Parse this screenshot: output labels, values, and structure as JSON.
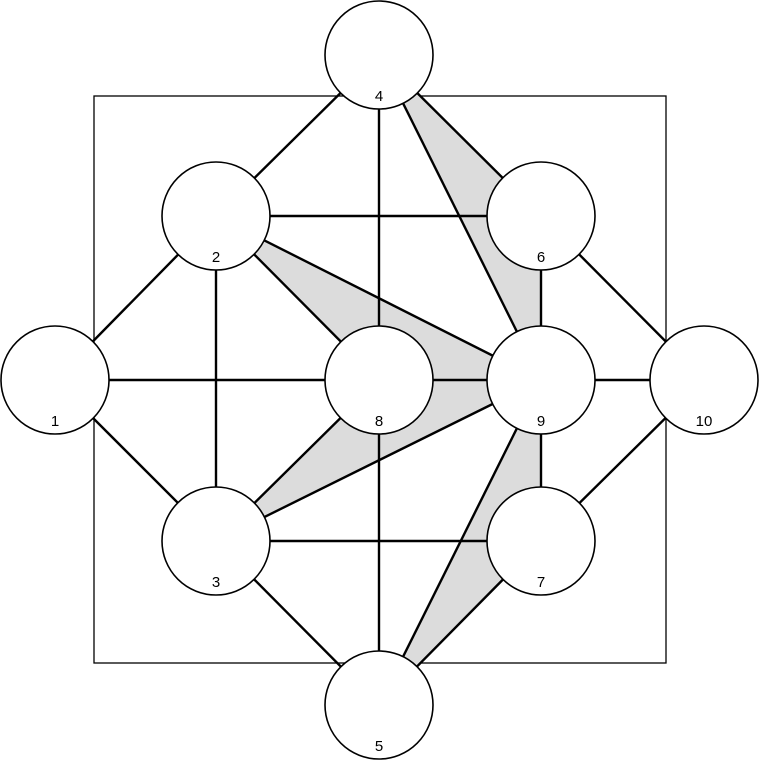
{
  "diagram": {
    "type": "graph",
    "nodes": [
      {
        "id": "1",
        "label": "1"
      },
      {
        "id": "2",
        "label": "2"
      },
      {
        "id": "3",
        "label": "3"
      },
      {
        "id": "4",
        "label": "4"
      },
      {
        "id": "5",
        "label": "5"
      },
      {
        "id": "6",
        "label": "6"
      },
      {
        "id": "7",
        "label": "7"
      },
      {
        "id": "8",
        "label": "8"
      },
      {
        "id": "9",
        "label": "9"
      },
      {
        "id": "10",
        "label": "10"
      }
    ],
    "edges": [
      [
        "4",
        "2"
      ],
      [
        "4",
        "8"
      ],
      [
        "4",
        "6"
      ],
      [
        "4",
        "9"
      ],
      [
        "2",
        "6"
      ],
      [
        "2",
        "1"
      ],
      [
        "2",
        "3"
      ],
      [
        "2",
        "8"
      ],
      [
        "2",
        "9"
      ],
      [
        "1",
        "8"
      ],
      [
        "1",
        "3"
      ],
      [
        "8",
        "9"
      ],
      [
        "8",
        "3"
      ],
      [
        "8",
        "5"
      ],
      [
        "9",
        "3"
      ],
      [
        "9",
        "10"
      ],
      [
        "6",
        "9"
      ],
      [
        "6",
        "10"
      ],
      [
        "7",
        "10"
      ],
      [
        "9",
        "7"
      ],
      [
        "3",
        "7"
      ],
      [
        "3",
        "5"
      ],
      [
        "5",
        "9"
      ],
      [
        "5",
        "7"
      ]
    ],
    "shaded_faces": [
      [
        "4",
        "6",
        "9"
      ],
      [
        "2",
        "8",
        "9"
      ],
      [
        "3",
        "8",
        "9"
      ],
      [
        "5",
        "9",
        "7"
      ]
    ],
    "colors": {
      "stroke": "#000000",
      "node_fill": "#ffffff",
      "shade": "#dcdcdc"
    }
  }
}
